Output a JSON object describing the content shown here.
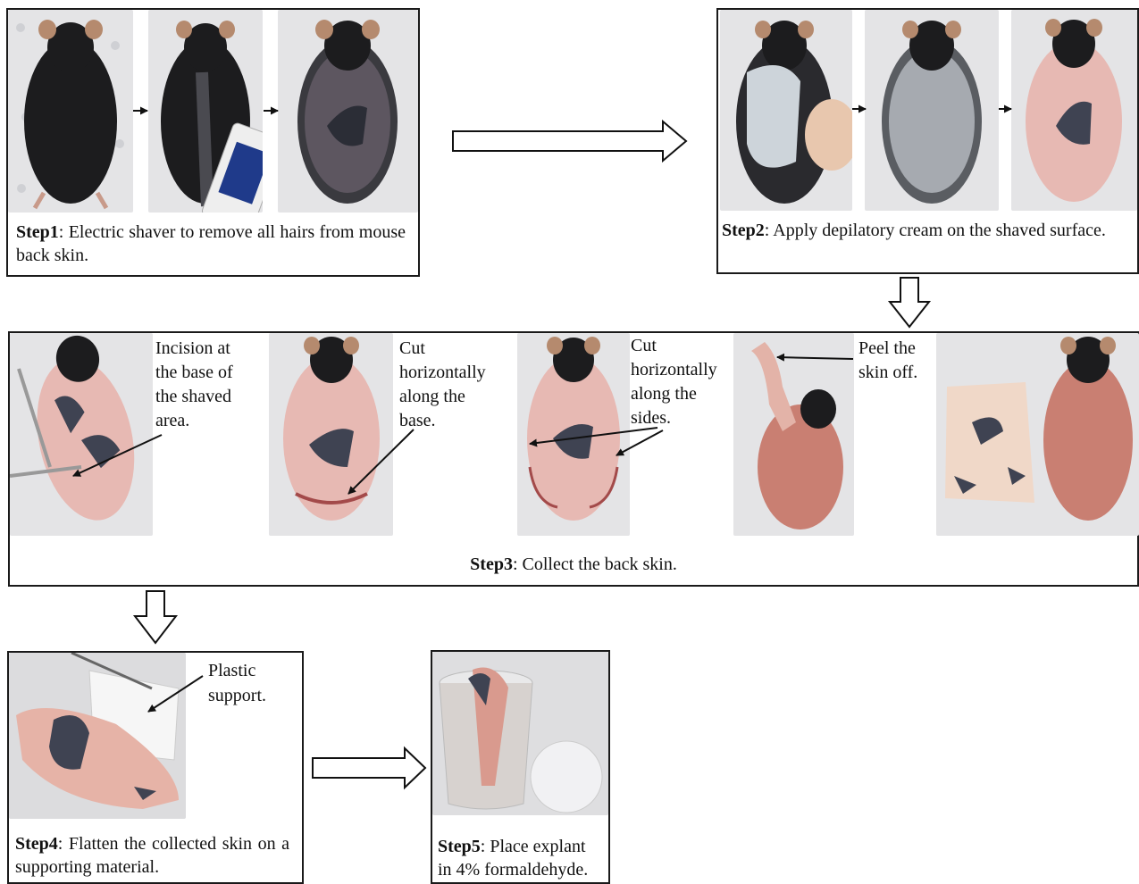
{
  "step1": {
    "label": "Step1",
    "text": ": Electric shaver to remove all hairs from mouse back skin."
  },
  "step2": {
    "label": "Step2",
    "text": ": Apply depilatory cream on the shaved surface."
  },
  "step3": {
    "label": "Step3",
    "text": ": Collect the back skin.",
    "annotations": {
      "incision": [
        "Incision at",
        "the base of",
        "the shaved",
        "area."
      ],
      "cut_base": [
        "Cut",
        "horizontally",
        "along the",
        "base."
      ],
      "cut_sides": [
        "Cut",
        "horizontally",
        "along the",
        "sides."
      ],
      "peel": [
        "Peel the",
        "skin off."
      ]
    }
  },
  "step4": {
    "label": "Step4",
    "text": ": Flatten the collected skin on a supporting material.",
    "annotation": [
      "Plastic",
      "support."
    ]
  },
  "step5": {
    "label": "Step5",
    "text_line1": ": Place explant",
    "text_line2": "in 4% formaldehyde."
  },
  "colors": {
    "fur": "#1c1c1e",
    "skin": "#e9bfb8",
    "pigment": "#3f4352",
    "muscle": "#c97f72",
    "background": "#d9d9dc"
  }
}
